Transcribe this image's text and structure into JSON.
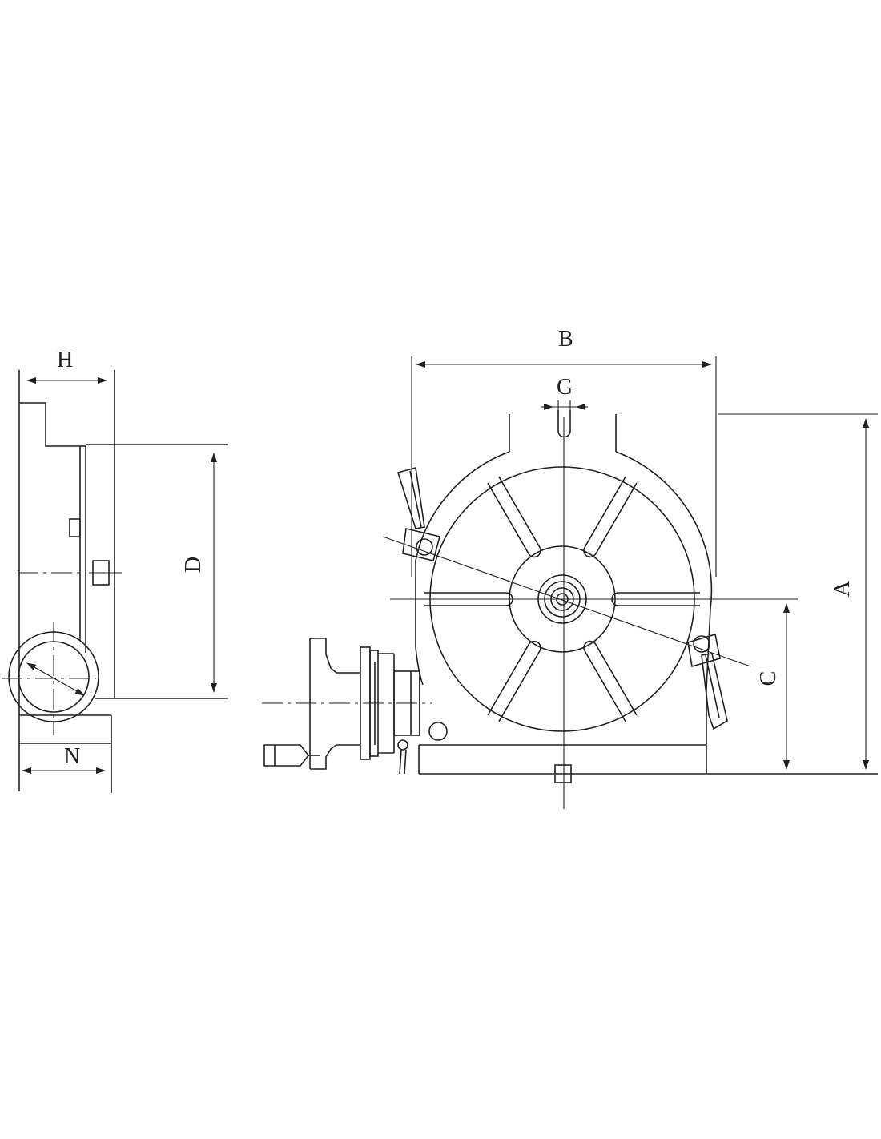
{
  "labels": {
    "H": "H",
    "N": "N",
    "D": "D",
    "B": "B",
    "G": "G",
    "A": "A",
    "C": "C"
  },
  "colors": {
    "line": "#231f20",
    "background": "#ffffff"
  }
}
